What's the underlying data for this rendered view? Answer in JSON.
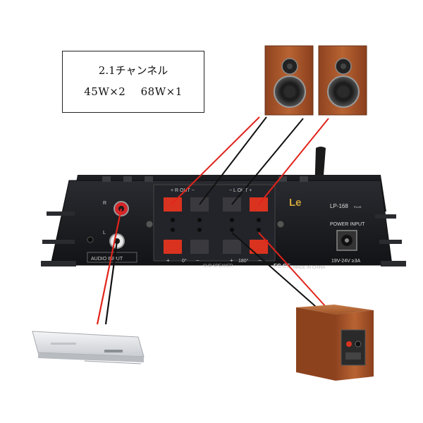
{
  "spec_box": {
    "line1": "2.1チャンネル",
    "power_main": "45W×2",
    "power_sub": "68W×1"
  },
  "amp_panel": {
    "r_out": "+ R OUT −",
    "l_out": "− L OUT +",
    "brand": "Le",
    "model": "LP-168",
    "model_suffix": "PLUS",
    "power_input": "POWER INPUT",
    "voltage": "19V-24V ≥3A",
    "audio_input": "AUDIO INPUT",
    "jack_r": "R",
    "jack_l": "L",
    "sub_plus": "+",
    "sub_0": "0°",
    "sub_minus": "−",
    "sub_180": "180°",
    "sub_speaker": "SUB SPEAKER",
    "sub_plus2": "+",
    "sub_minus2": "−",
    "ce_mark": "FC CE",
    "made_in": "MADE IN CHINA"
  },
  "colors": {
    "amp_body": "#1b1c20",
    "wire_red": "#e0241b",
    "wire_black": "#111111",
    "wood": "#a8562a",
    "terminal_red": "#d9331f"
  }
}
